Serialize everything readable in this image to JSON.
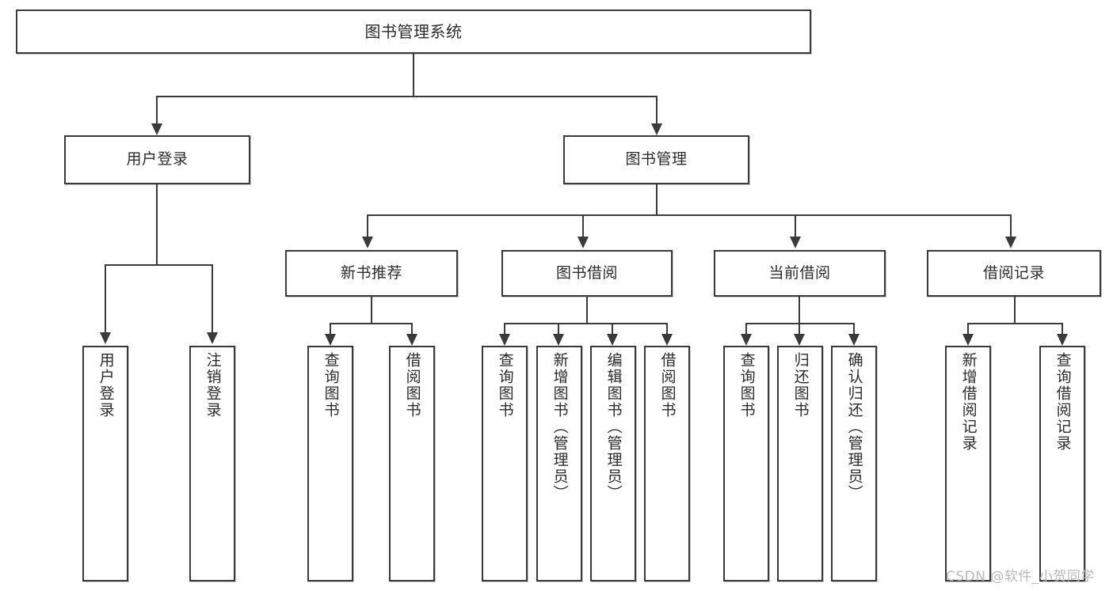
{
  "diagram": {
    "type": "tree-hierarchy",
    "title": "图书管理系统",
    "orientation": "top-down",
    "colors": {
      "box_border": "#3a3a3a",
      "box_fill": "#ffffff",
      "text": "#2b2b2b",
      "connector": "#3a3a3a",
      "watermark": "#b9b9b9",
      "canvas": "#ffffff"
    }
  },
  "root": {
    "label": "图书管理系统"
  },
  "level1": [
    {
      "label": "用户登录"
    },
    {
      "label": "图书管理"
    }
  ],
  "level2": [
    {
      "label": "新书推荐"
    },
    {
      "label": "图书借阅"
    },
    {
      "label": "当前借阅"
    },
    {
      "label": "借阅记录"
    }
  ],
  "leaves": {
    "user_login": [
      {
        "label": "用户登录"
      },
      {
        "label": "注销登录"
      }
    ],
    "new_book_recommend": [
      {
        "label": "查询图书"
      },
      {
        "label": "借阅图书"
      }
    ],
    "book_borrow": [
      {
        "label": "查询图书"
      },
      {
        "label": "新增图书（管理员）"
      },
      {
        "label": "编辑图书（管理员）"
      },
      {
        "label": "借阅图书"
      }
    ],
    "current_borrow": [
      {
        "label": "查询图书"
      },
      {
        "label": "归还图书"
      },
      {
        "label": "确认归还（管理员）"
      }
    ],
    "borrow_record": [
      {
        "label": "新增借阅记录"
      },
      {
        "label": "查询借阅记录"
      }
    ]
  },
  "watermark": {
    "text": "CSDN @软件_小贺同学"
  }
}
